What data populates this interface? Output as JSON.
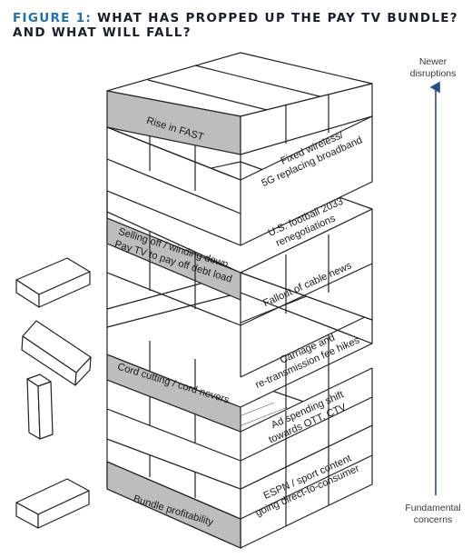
{
  "figure": {
    "label": "FIGURE 1:",
    "title_line1": " WHAT HAS PROPPED UP THE PAY TV BUNDLE?",
    "title_line2": "AND WHAT WILL FALL?"
  },
  "axis": {
    "top_line1": "Newer",
    "top_line2": "disruptions",
    "bottom_line1": "Fundamental",
    "bottom_line2": "concerns"
  },
  "blocks": {
    "fast": "Rise in FAST",
    "wireless_1": "Fixed wireless/",
    "wireless_2": "5G replacing broadband",
    "football_1": "U.S. football 2033",
    "football_2": "renegotiations",
    "selling_1": "Selling off / winding down",
    "selling_2": "Pay TV to pay off debt load",
    "cable_news": "Fallout of cable news",
    "carriage_1": "Carriage and",
    "carriage_2": "re-transmission fee hikes",
    "cord_cutting": "Cord cutting / cord nevers",
    "ad_1": "Ad spending shift",
    "ad_2": "towards OTT, CTV",
    "espn_1": "ESPN / sport content",
    "espn_2": "going direct-to-consumer",
    "bundle": "Bundle profitability"
  },
  "colors": {
    "title_accent": "#1f6fa8",
    "title_text": "#1a1f2e",
    "shaded_block": "#bdbdbd",
    "arrow": "#1f4f8f"
  }
}
